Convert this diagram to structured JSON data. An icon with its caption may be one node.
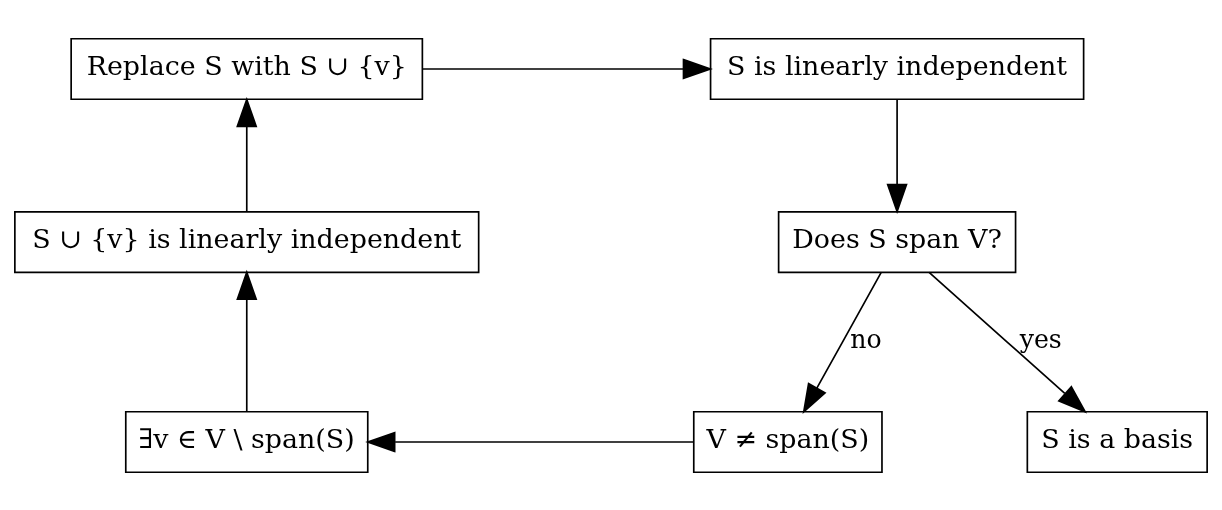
{
  "diagram": {
    "nodes": [
      {
        "text": [
          "Replace S with S ∪ {v}"
        ]
      },
      {
        "text": [
          "S is linearly independent"
        ]
      },
      {
        "text": [
          "Does S span V?"
        ]
      },
      {
        "text": [
          "S ∪ {v} is linearly independent"
        ]
      },
      {
        "text": [
          "∃v ∈ V \\ span(S)"
        ]
      },
      {
        "text": [
          "V ≠ span(S)"
        ]
      },
      {
        "text": [
          "S is a basis"
        ]
      }
    ],
    "edges": [
      {
        "from": 0,
        "to": 1,
        "arrow": "to"
      },
      {
        "from": 1,
        "to": 2,
        "arrow": "to"
      },
      {
        "from": 2,
        "to": 5,
        "arrow": "to",
        "label": "no"
      },
      {
        "from": 2,
        "to": 6,
        "arrow": "to",
        "label": "yes"
      },
      {
        "from": 5,
        "to": 4,
        "arrow": "to"
      },
      {
        "from": 4,
        "to": 3,
        "arrow": "to"
      },
      {
        "from": 3,
        "to": 0,
        "arrow": "to"
      }
    ]
  }
}
